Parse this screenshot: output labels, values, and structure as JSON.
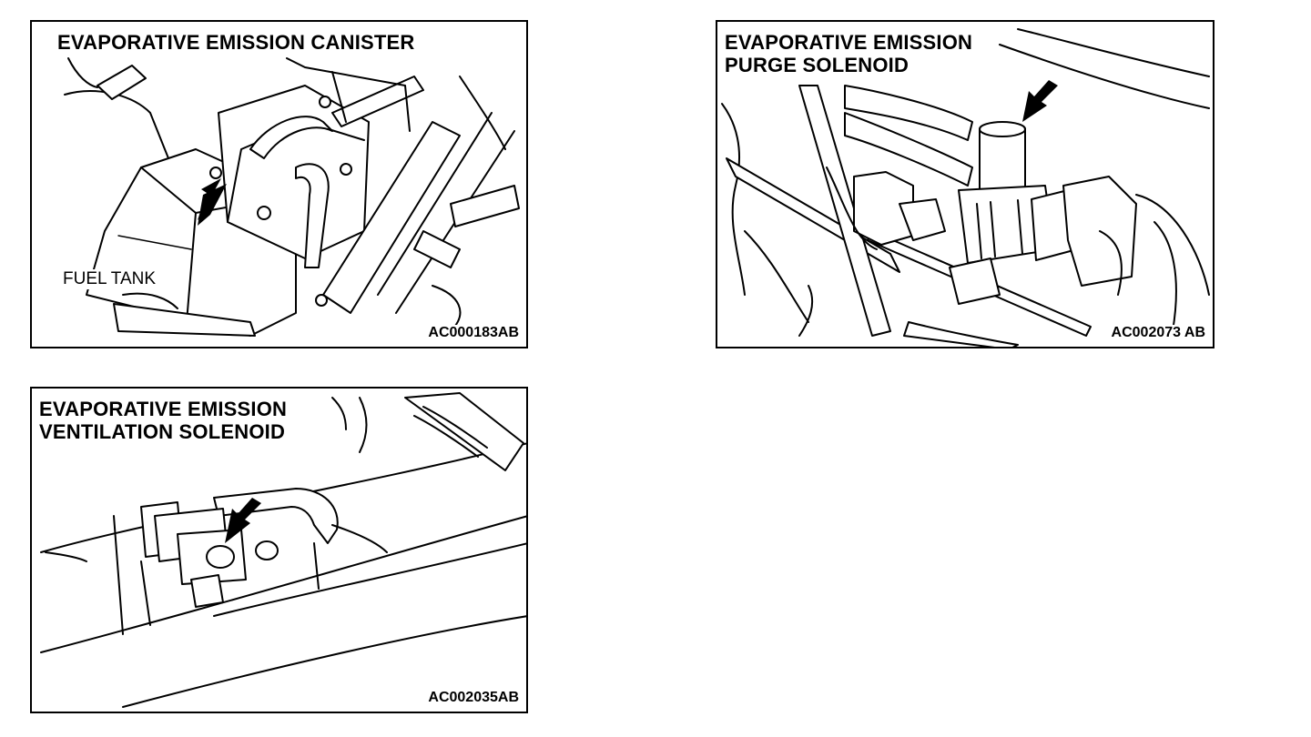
{
  "panels": [
    {
      "title_lines": [
        "EVAPORATIVE EMISSION CANISTER"
      ],
      "labels": [
        "FUEL TANK"
      ],
      "code": "AC000183AB",
      "illustration_icon": "evaporative-canister-drawing"
    },
    {
      "title_lines": [
        "EVAPORATIVE EMISSION",
        "PURGE SOLENOID"
      ],
      "labels": [],
      "code": "AC002073 AB",
      "illustration_icon": "purge-solenoid-drawing"
    },
    {
      "title_lines": [
        "EVAPORATIVE EMISSION",
        "VENTILATION SOLENOID"
      ],
      "labels": [],
      "code": "AC002035AB",
      "illustration_icon": "ventilation-solenoid-drawing"
    }
  ]
}
